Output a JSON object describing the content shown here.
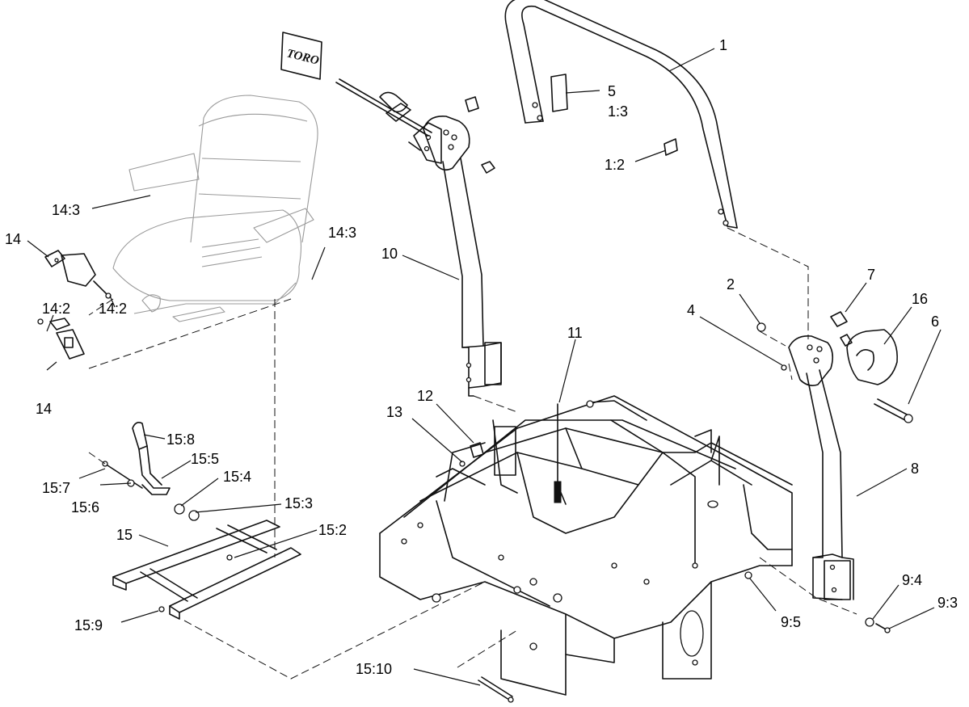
{
  "brand_decal": "TORO",
  "callouts": [
    {
      "id": "c-1",
      "text": "1"
    },
    {
      "id": "c-5",
      "text": "5"
    },
    {
      "id": "c-1-3",
      "text": "1:3"
    },
    {
      "id": "c-1-2",
      "text": "1:2"
    },
    {
      "id": "c-2",
      "text": "2"
    },
    {
      "id": "c-7",
      "text": "7"
    },
    {
      "id": "c-4",
      "text": "4"
    },
    {
      "id": "c-16",
      "text": "16"
    },
    {
      "id": "c-6",
      "text": "6"
    },
    {
      "id": "c-8",
      "text": "8"
    },
    {
      "id": "c-9-4",
      "text": "9:4"
    },
    {
      "id": "c-9-3",
      "text": "9:3"
    },
    {
      "id": "c-9-5",
      "text": "9:5"
    },
    {
      "id": "c-10",
      "text": "10"
    },
    {
      "id": "c-11",
      "text": "11"
    },
    {
      "id": "c-12",
      "text": "12"
    },
    {
      "id": "c-13",
      "text": "13"
    },
    {
      "id": "c-14-3a",
      "text": "14:3"
    },
    {
      "id": "c-14-3b",
      "text": "14:3"
    },
    {
      "id": "c-14a",
      "text": "14"
    },
    {
      "id": "c-14-2a",
      "text": "14:2"
    },
    {
      "id": "c-14-2b",
      "text": "14:2"
    },
    {
      "id": "c-14b",
      "text": "14"
    },
    {
      "id": "c-15-8",
      "text": "15:8"
    },
    {
      "id": "c-15-5",
      "text": "15:5"
    },
    {
      "id": "c-15-7",
      "text": "15:7"
    },
    {
      "id": "c-15-4",
      "text": "15:4"
    },
    {
      "id": "c-15-6",
      "text": "15:6"
    },
    {
      "id": "c-15-3",
      "text": "15:3"
    },
    {
      "id": "c-15",
      "text": "15"
    },
    {
      "id": "c-15-2",
      "text": "15:2"
    },
    {
      "id": "c-15-9",
      "text": "15:9"
    },
    {
      "id": "c-15-10",
      "text": "15:10"
    }
  ]
}
